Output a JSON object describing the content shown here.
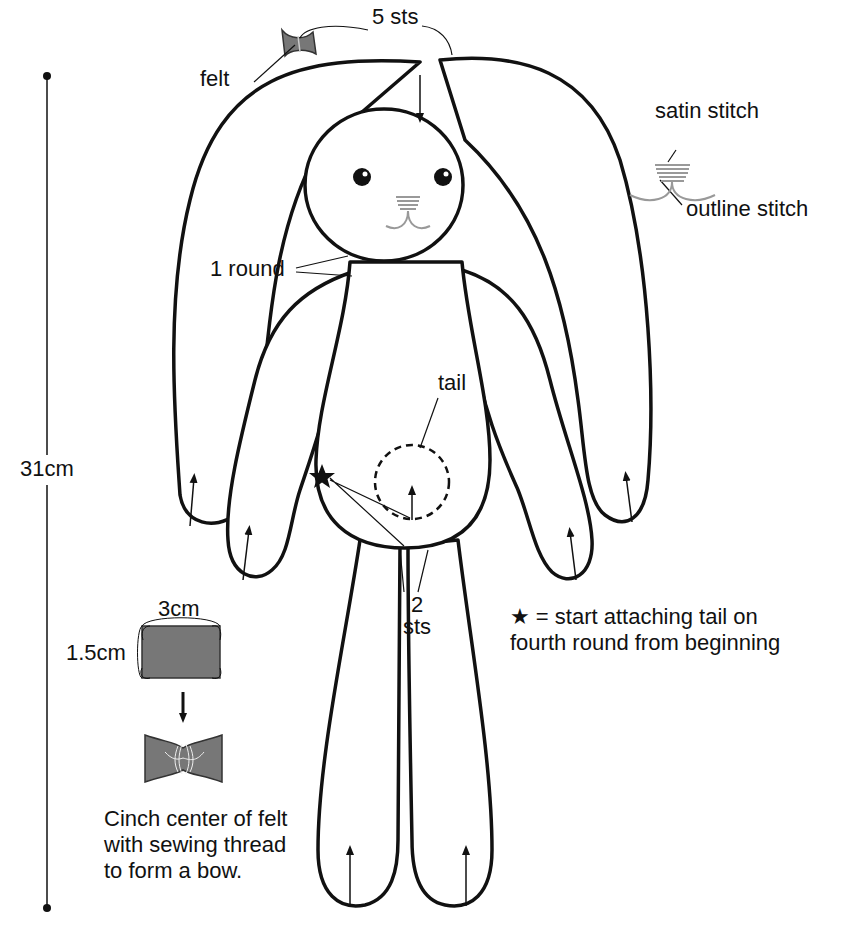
{
  "diagram": {
    "labels": [
      "5 sts",
      "felt",
      "satin stitch",
      "outline stitch",
      "1 round",
      "tail",
      "31cm",
      "2 sts",
      "★ = start attaching tail on fourth round from beginning",
      "3cm",
      "1.5cm",
      "Cinch center of felt with sewing thread to form a bow."
    ]
  }
}
